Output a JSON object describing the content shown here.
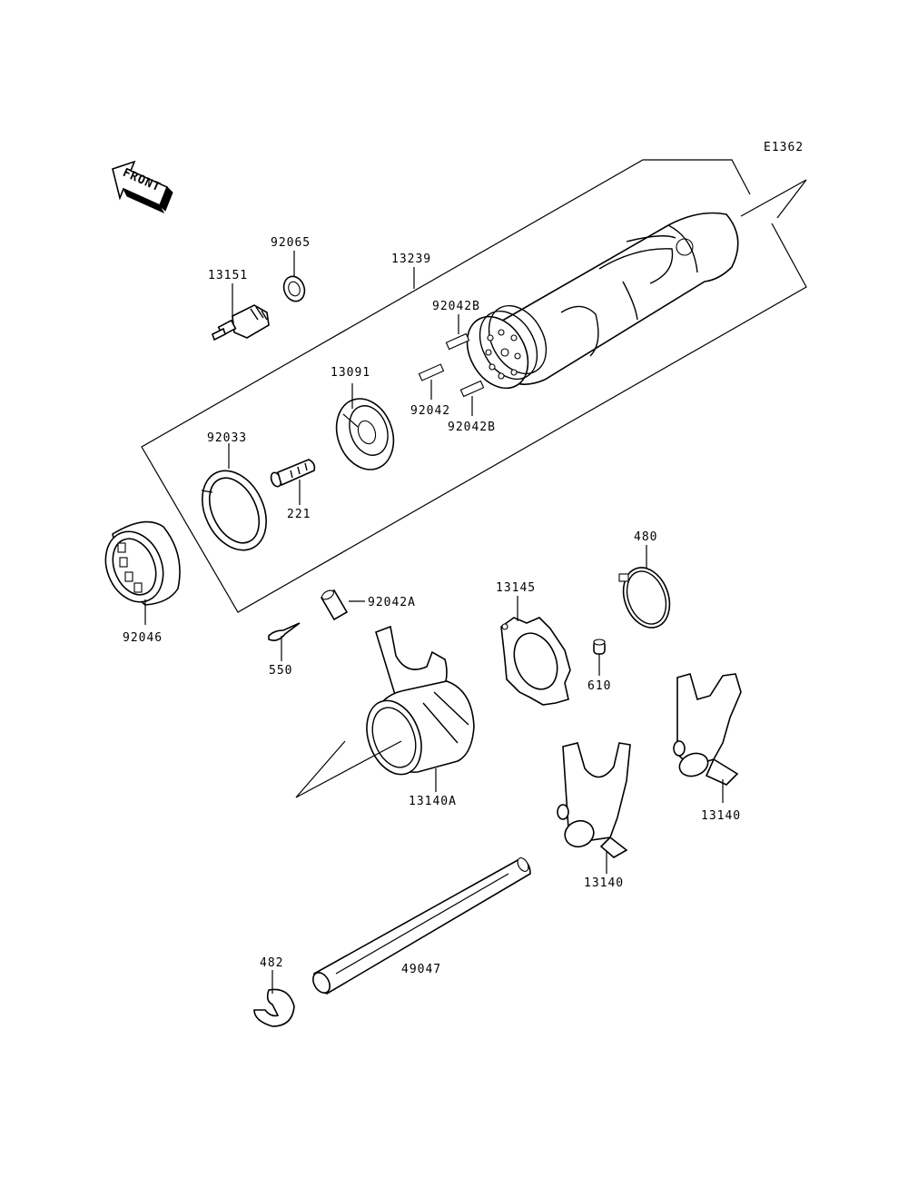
{
  "diagram_code": "E1362",
  "front_badge": "FRONT",
  "labels": {
    "p92065": "92065",
    "p13151": "13151",
    "p13239": "13239",
    "p92042B_top": "92042B",
    "p13091": "13091",
    "p92042": "92042",
    "p92042B_bottom": "92042B",
    "p92033": "92033",
    "p221": "221",
    "p92046": "92046",
    "p92042A": "92042A",
    "p550": "550",
    "p13145": "13145",
    "p480": "480",
    "p610": "610",
    "p13140A": "13140A",
    "p13140_right": "13140",
    "p13140_center": "13140",
    "p482": "482",
    "p49047": "49047"
  }
}
